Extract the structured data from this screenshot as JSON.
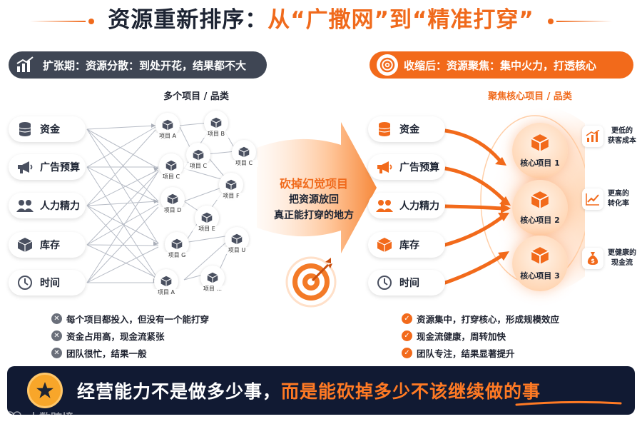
{
  "title": {
    "part1": "资源重新排序：",
    "part2": "从“广撒网”到“精准打穿”"
  },
  "left_phase": {
    "label": "扩张期：资源分散：到处开花，结果都不大",
    "icon": "bar-chart-icon"
  },
  "right_phase": {
    "label": "收缩后：资源聚焦：集中火力，打透核心",
    "icon": "target-icon"
  },
  "left_projects_heading": "多个项目 / 品类",
  "right_projects_heading": "聚焦核心项目 / 品类",
  "resources": [
    {
      "label": "资金",
      "icon": "coins-icon"
    },
    {
      "label": "广告预算",
      "icon": "megaphone-icon"
    },
    {
      "label": "人力精力",
      "icon": "people-icon"
    },
    {
      "label": "库存",
      "icon": "box-icon"
    },
    {
      "label": "时间",
      "icon": "clock-icon"
    }
  ],
  "left_projects": [
    {
      "label": "项目 A"
    },
    {
      "label": "项目 B"
    },
    {
      "label": "项目 C"
    },
    {
      "label": "项目 C"
    },
    {
      "label": "项目 C"
    },
    {
      "label": "项目 D"
    },
    {
      "label": "项目 F"
    },
    {
      "label": "项目 E"
    },
    {
      "label": "项目 G"
    },
    {
      "label": "项目 U"
    },
    {
      "label": "项目 A"
    },
    {
      "label": "项目 ..."
    }
  ],
  "middle": {
    "headline": "砍掉幻觉项目",
    "line1": "把资源放回",
    "line2": "真正能打穿的地方"
  },
  "core_projects": [
    {
      "label": "核心项目 1"
    },
    {
      "label": "核心项目 2"
    },
    {
      "label": "核心项目 3"
    }
  ],
  "outcomes": [
    {
      "line1": "更低的",
      "line2": "获客成本",
      "icon": "rising-bars-icon"
    },
    {
      "line1": "更高的",
      "line2": "转化率",
      "icon": "trend-line-icon"
    },
    {
      "line1": "更健康的",
      "line2": "现金流",
      "icon": "money-bag-icon"
    }
  ],
  "left_bullets": [
    "每个项目都投入，但没有一个能打穿",
    "资金占用高，现金流紧张",
    "团队很忙，结果一般"
  ],
  "right_bullets": [
    "资源集中，打穿核心，形成规模效应",
    "现金流健康，周转加快",
    "团队专注，结果显著提升"
  ],
  "banner": {
    "part1": "经营能力不是做多少事，",
    "part2": "而是能砍掉多少不该继续做的事"
  },
  "watermark": "大数跨境",
  "colors": {
    "accent": "#f26a1b",
    "dark": "#1d2433",
    "banner_bg": "#111a33",
    "left_pill": "#3f4654"
  }
}
